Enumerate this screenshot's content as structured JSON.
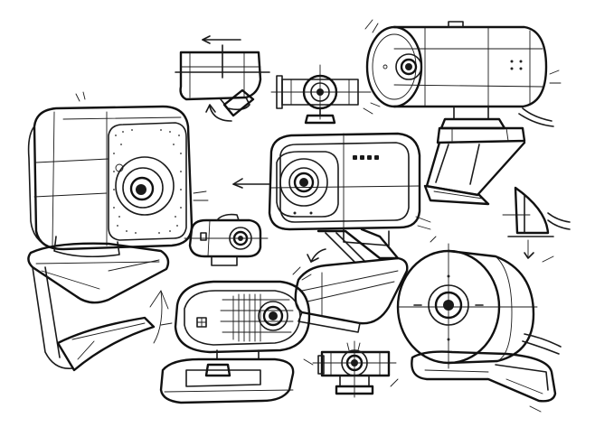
{
  "image": {
    "background": "#ffffff",
    "ink_color": "#1a1a1a"
  },
  "sketches": [
    "webcam-large-square-left",
    "webcam-side-profile-top",
    "webcam-front-mini-top",
    "webcam-cylinder-top-right",
    "webcam-center-hero",
    "webcam-small-oval-center",
    "webcam-side-bracket-right",
    "webcam-oval-bottom-left",
    "webcam-front-mini-bottom",
    "webcam-round-bottom-right"
  ]
}
